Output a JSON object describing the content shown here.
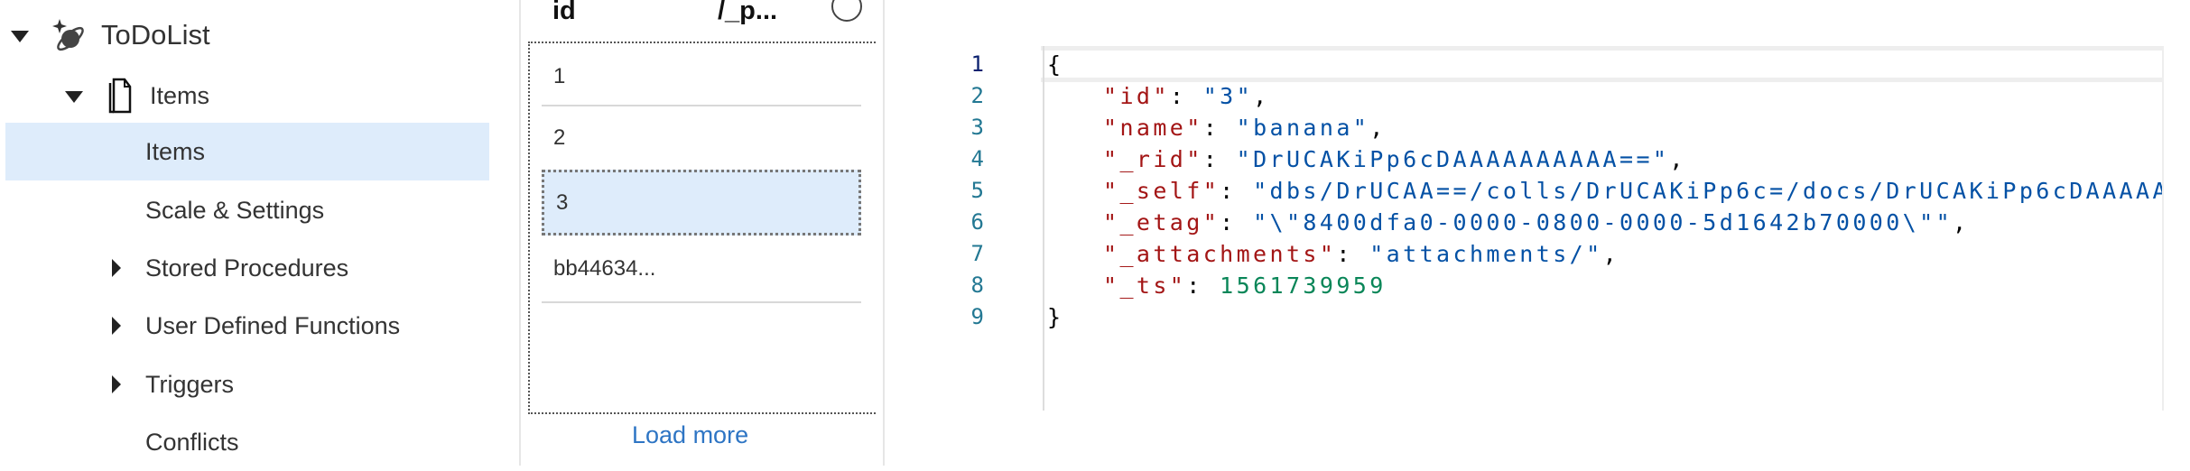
{
  "sidebar": {
    "database": "ToDoList",
    "container": "Items",
    "items": [
      {
        "label": "Items",
        "selected": true
      },
      {
        "label": "Scale & Settings"
      },
      {
        "label": "Stored Procedures"
      },
      {
        "label": "User Defined Functions"
      },
      {
        "label": "Triggers"
      },
      {
        "label": "Conflicts"
      }
    ]
  },
  "documents": {
    "columns": [
      "id",
      "/_p..."
    ],
    "rows": [
      "1",
      "2",
      "3",
      "bb44634..."
    ],
    "selected": "3",
    "load_more": "Load more"
  },
  "editor": {
    "line_numbers": [
      "1",
      "2",
      "3",
      "4",
      "5",
      "6",
      "7",
      "8",
      "9"
    ],
    "lines": [
      {
        "open": "{"
      },
      {
        "key": "\"id\"",
        "value": "\"3\"",
        "type": "string",
        "comma": ","
      },
      {
        "key": "\"name\"",
        "value": "\"banana\"",
        "type": "string",
        "comma": ","
      },
      {
        "key": "\"_rid\"",
        "value": "\"DrUCAKiPp6cDAAAAAAAAAA==\"",
        "type": "string",
        "comma": ","
      },
      {
        "key": "\"_self\"",
        "value": "\"dbs/DrUCAA==/colls/DrUCAKiPp6c=/docs/DrUCAKiPp6cDAAAAAA",
        "type": "string",
        "comma": ""
      },
      {
        "key": "\"_etag\"",
        "value": "\"\\\"8400dfa0-0000-0800-0000-5d1642b70000\\\"\"",
        "type": "string",
        "comma": ","
      },
      {
        "key": "\"_attachments\"",
        "value": "\"attachments/\"",
        "type": "string",
        "comma": ","
      },
      {
        "key": "\"_ts\"",
        "value": "1561739959",
        "type": "number",
        "comma": ""
      },
      {
        "close": "}"
      }
    ]
  }
}
